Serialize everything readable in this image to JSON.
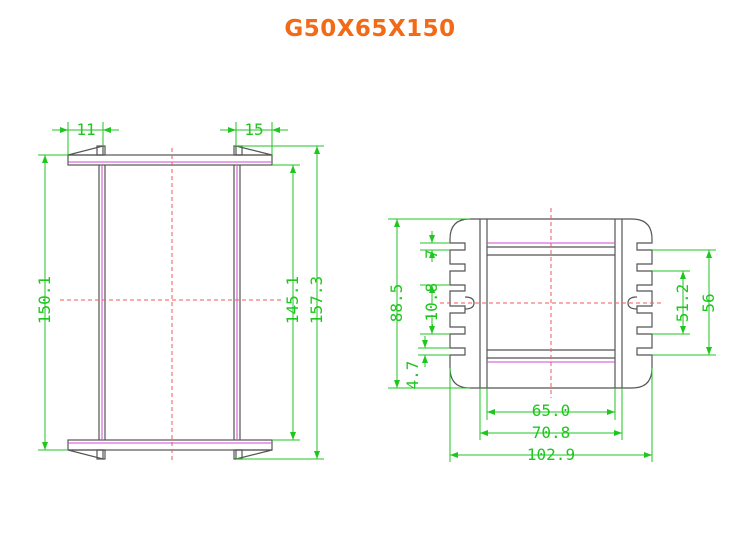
{
  "title": "G50X65X150",
  "colors": {
    "title": "#f26a16",
    "outline": "#555555",
    "dimension": "#1fc61f",
    "centerline": "#f25a5a",
    "inner": "#d24ad2"
  },
  "dimensions": {
    "left_top_left": "11",
    "left_top_right": "15",
    "left_height_outer": "150.1",
    "left_height_inner": "145.1",
    "left_height_total": "157.3",
    "right_height": "88.5",
    "right_slot_pitch": "7",
    "right_slot_offset": "-10.8",
    "right_slot_bottom": "4.7",
    "right_inner_height": "51.2",
    "right_outer_height": "56",
    "right_width_inner": "65.0",
    "right_width_mid": "70.8",
    "right_width_total": "102.9"
  }
}
